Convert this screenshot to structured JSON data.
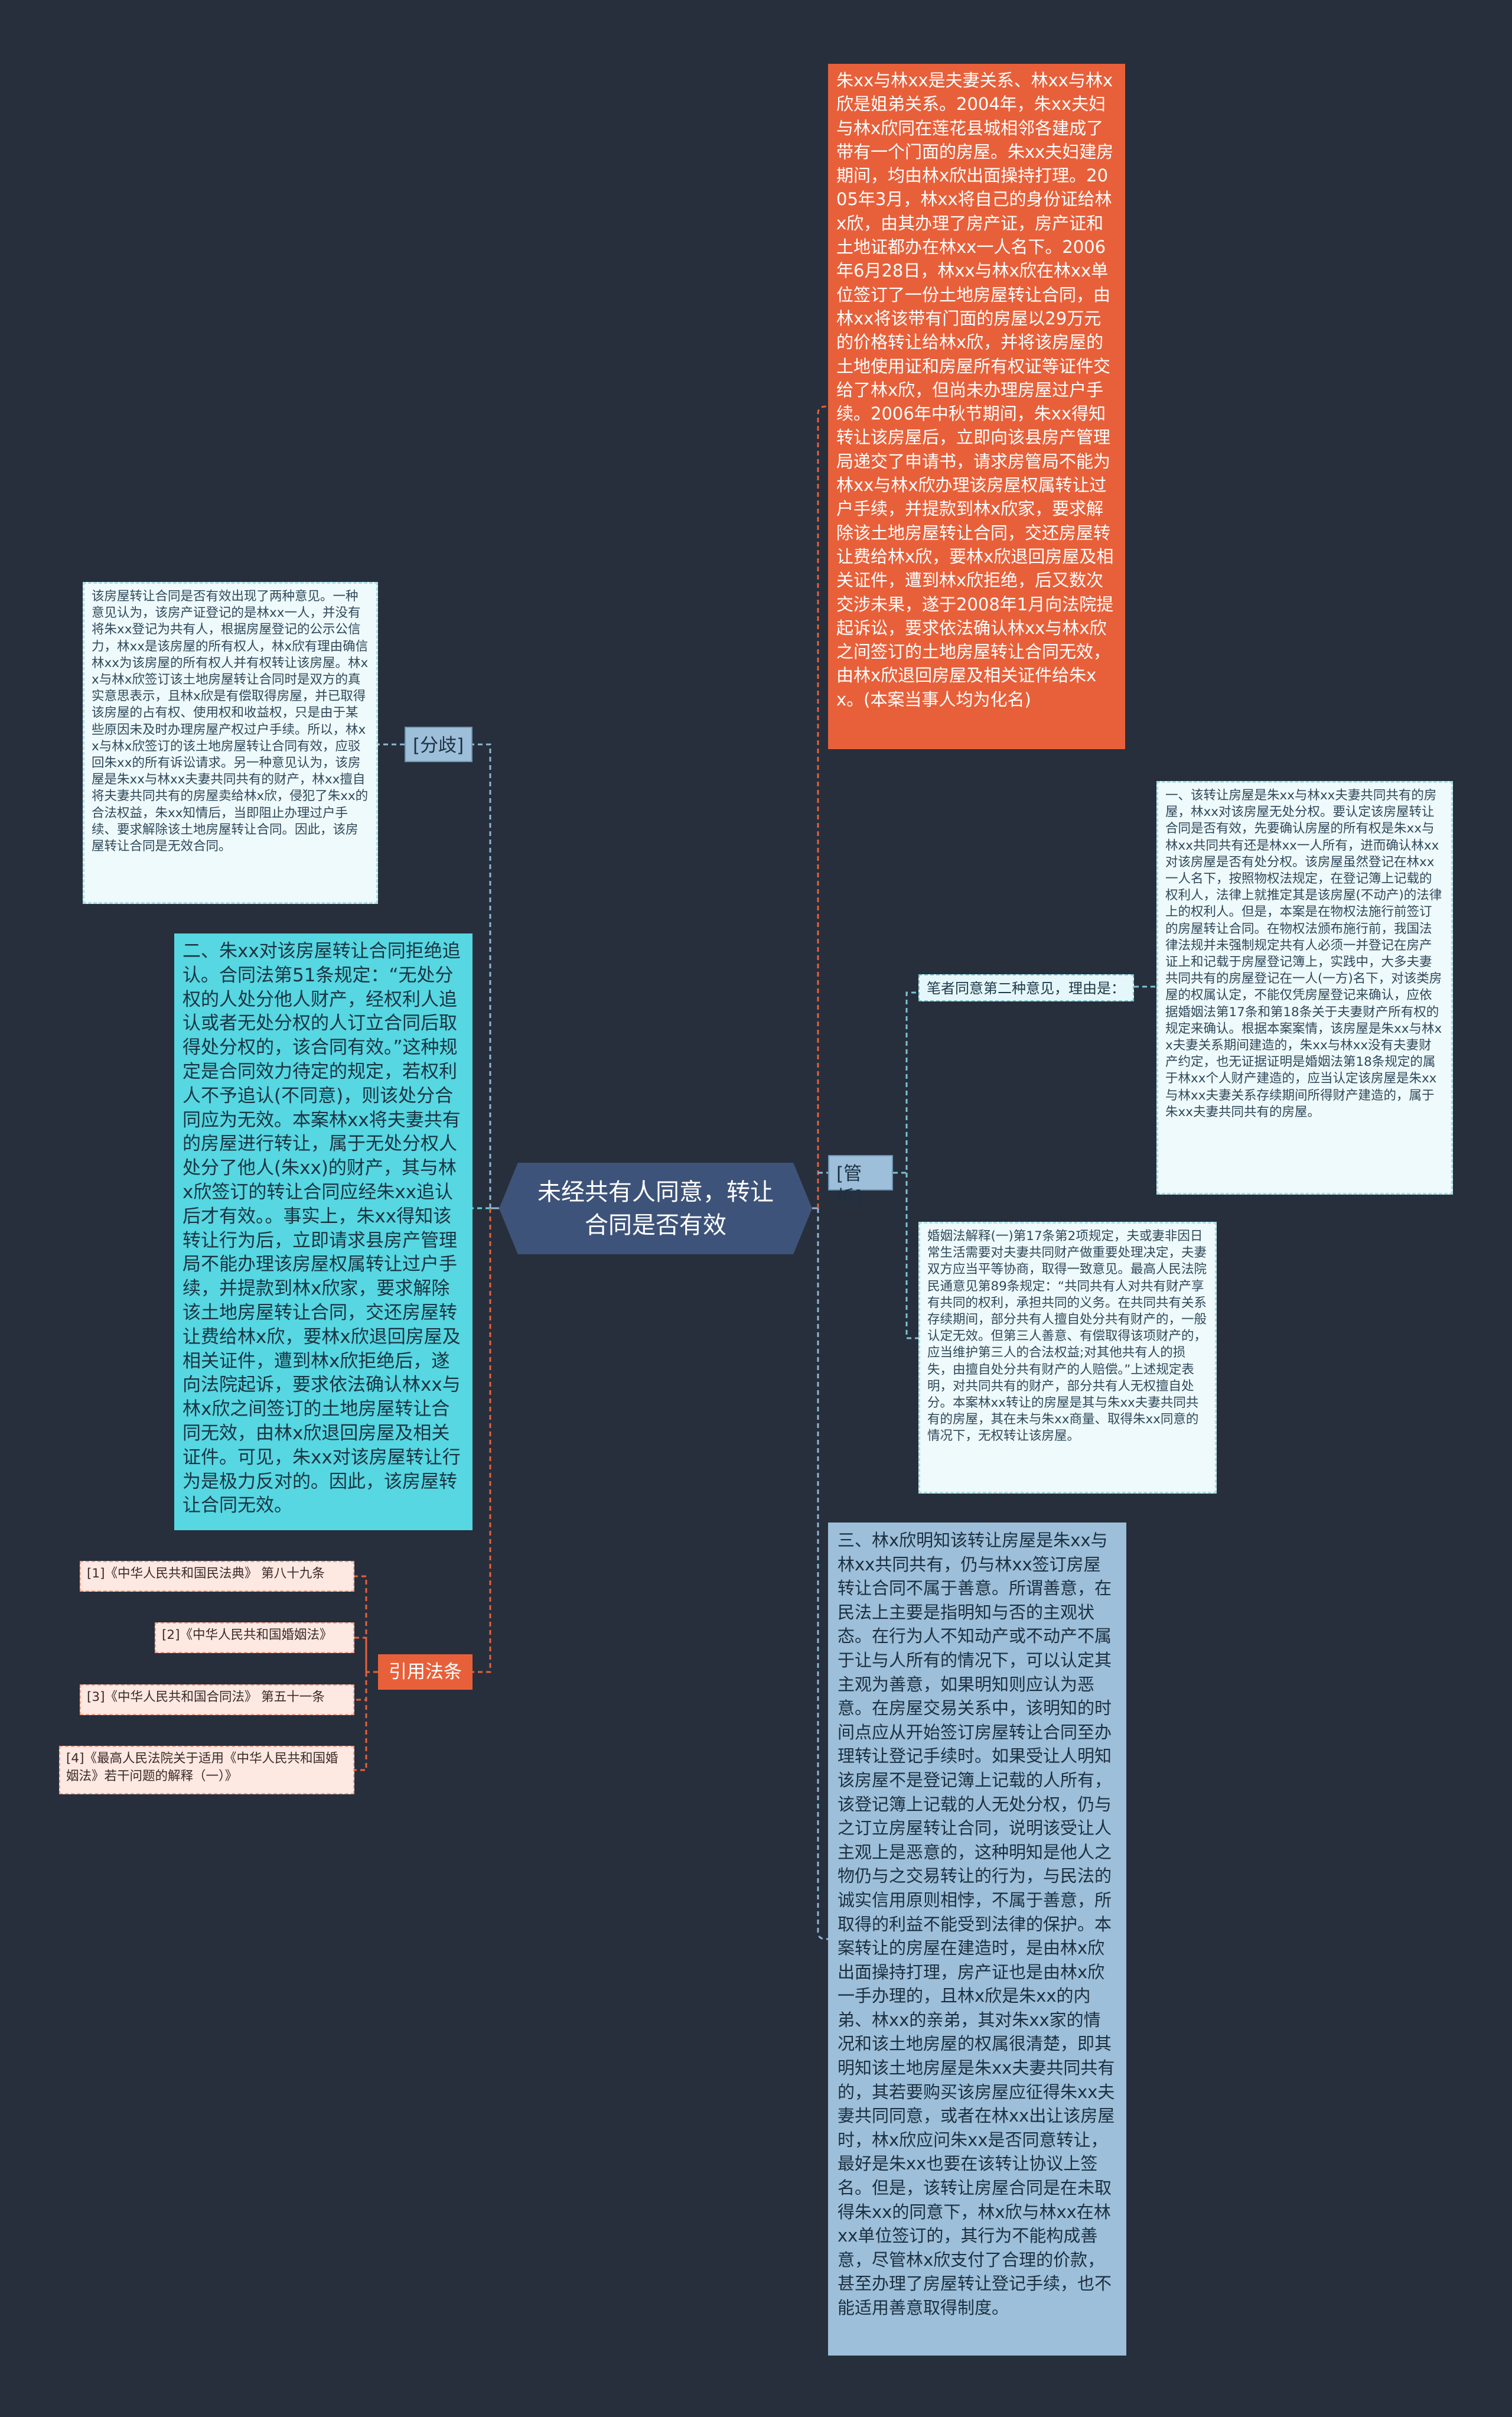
{
  "root": {
    "title": "未经共有人同意，转让合同是否有效"
  },
  "branches": {
    "dispute": {
      "label": "[分歧]"
    },
    "analysis": {
      "label": "[管析]"
    },
    "laws": {
      "label": "引用法条"
    }
  },
  "case_facts": "朱xx与林xx是夫妻关系、林xx与林x欣是姐弟关系。2004年，朱xx夫妇与林x欣同在莲花县城相邻各建成了带有一个门面的房屋。朱xx夫妇建房期间，均由林x欣出面操持打理。2005年3月，林xx将自己的身份证给林x欣，由其办理了房产证，房产证和土地证都办在林xx一人名下。2006年6月28日，林xx与林x欣在林xx单位签订了一份土地房屋转让合同，由林xx将该带有门面的房屋以29万元的价格转让给林x欣，并将该房屋的土地使用证和房屋所有权证等证件交给了林x欣，但尚未办理房屋过户手续。2006年中秋节期间，朱xx得知转让该房屋后，立即向该县房产管理局递交了申请书，请求房管局不能为林xx与林x欣办理该房屋权属转让过户手续，并提款到林x欣家，要求解除该土地房屋转让合同，交还房屋转让费给林x欣，要林x欣退回房屋及相关证件，遭到林x欣拒绝，后又数次交涉未果，遂于2008年1月向法院提起诉讼，要求依法确认林xx与林x欣之间签订的土地房屋转让合同无效，由林x欣退回房屋及相关证件给朱xx。(本案当事人均为化名)",
  "dispute_text": "该房屋转让合同是否有效出现了两种意见。一种意见认为，该房产证登记的是林xx一人，并没有将朱xx登记为共有人，根据房屋登记的公示公信力，林xx是该房屋的所有权人，林x欣有理由确信林xx为该房屋的所有权人并有权转让该房屋。林xx与林x欣签订该土地房屋转让合同时是双方的真实意思表示，且林x欣是有偿取得房屋，并已取得该房屋的占有权、使用权和收益权，只是由于某些原因未及时办理房屋产权过户手续。所以，林xx与林x欣签订的该土地房屋转让合同有效，应驳回朱xx的所有诉讼请求。另一种意见认为，该房屋是朱xx与林xx夫妻共同共有的财产，林xx擅自将夫妻共同共有的房屋卖给林x欣，侵犯了朱xx的合法权益，朱xx知情后，当即阻止办理过户手续、要求解除该土地房屋转让合同。因此，该房屋转让合同是无效合同。",
  "point_two": "二、朱xx对该房屋转让合同拒绝追认。合同法第51条规定：“无处分权的人处分他人财产，经权利人追认或者无处分权的人订立合同后取得处分权的，该合同有效。”这种规定是合同效力待定的规定，若权利人不予追认(不同意)，则该处分合同应为无效。本案林xx将夫妻共有的房屋进行转让，属于无处分权人处分了他人(朱xx)的财产，其与林x欣签订的转让合同应经朱xx追认后才有效。。事实上，朱xx得知该转让行为后，立即请求县房产管理局不能办理该房屋权属转让过户手续，并提款到林x欣家，要求解除该土地房屋转让合同，交还房屋转让费给林x欣，要林x欣退回房屋及相关证件，遭到林x欣拒绝后，遂向法院起诉，要求依法确认林xx与林x欣之间签订的土地房屋转让合同无效，由林x欣退回房屋及相关证件。可见，朱xx对该房屋转让行为是极力反对的。因此，该房屋转让合同无效。",
  "author_opinion": "笔者同意第二种意见，理由是：",
  "point_one": "一、该转让房屋是朱xx与林xx夫妻共同共有的房屋，林xx对该房屋无处分权。要认定该房屋转让合同是否有效，先要确认房屋的所有权是朱xx与林xx共同共有还是林xx一人所有，进而确认林xx对该房屋是否有处分权。该房屋虽然登记在林xx一人名下，按照物权法规定，在登记簿上记载的权利人，法律上就推定其是该房屋(不动产)的法律上的权利人。但是，本案是在物权法施行前签订的房屋转让合同。在物权法颁布施行前，我国法律法规并未强制规定共有人必须一并登记在房产证上和记载于房屋登记簿上，实践中，大多夫妻共同共有的房屋登记在一人(一方)名下，对该类房屋的权属认定，不能仅凭房屋登记来确认，应依据婚姻法第17条和第18条关于夫妻财产所有权的规定来确认。根据本案案情，该房屋是朱xx与林xx夫妻关系期间建造的，朱xx与林xx没有夫妻财产约定，也无证据证明是婚姻法第18条规定的属于林xx个人财产建造的，应当认定该房屋是朱xx与林xx夫妻关系存续期间所得财产建造的，属于朱xx夫妻共同共有的房屋。",
  "marriage_law": "婚姻法解释(一)第17条第2项规定，夫或妻非因日常生活需要对夫妻共同财产做重要处理决定，夫妻双方应当平等协商，取得一致意见。最高人民法院民通意见第89条规定：“共同共有人对共有财产享有共同的权利，承担共同的义务。在共同共有关系存续期间，部分共有人擅自处分共有财产的，一般认定无效。但第三人善意、有偿取得该项财产的，应当维护第三人的合法权益;对其他共有人的损失，由擅自处分共有财产的人赔偿。”上述规定表明，对共同共有的财产，部分共有人无权擅自处分。本案林xx转让的房屋是其与朱xx夫妻共同共有的房屋，其在未与朱xx商量、取得朱xx同意的情况下，无权转让该房屋。",
  "point_three": "三、林x欣明知该转让房屋是朱xx与林xx共同共有，仍与林xx签订房屋转让合同不属于善意。所谓善意，在民法上主要是指明知与否的主观状态。在行为人不知动产或不动产不属于让与人所有的情况下，可以认定其主观为善意，如果明知则应认为恶意。在房屋交易关系中，该明知的时间点应从开始签订房屋转让合同至办理转让登记手续时。如果受让人明知该房屋不是登记簿上记载的人所有，该登记簿上记载的人无处分权，仍与之订立房屋转让合同，说明该受让人主观上是恶意的，这种明知是他人之物仍与之交易转让的行为，与民法的诚实信用原则相悖，不属于善意，所取得的利益不能受到法律的保护。本案转让的房屋在建造时，是由林x欣出面操持打理，房产证也是由林x欣一手办理的，且林x欣是朱xx的内弟、林xx的亲弟，其对朱xx家的情况和该土地房屋的权属很清楚，即其明知该土地房屋是朱xx夫妻共同共有的，其若要购买该房屋应征得朱xx夫妻共同同意，或者在林xx出让该房屋时，林x欣应问朱xx是否同意转让，最好是朱xx也要在该转让协议上签名。但是，该转让房屋合同是在未取得朱xx的同意下，林x欣与林xx在林xx单位签订的，其行为不能构成善意，尽管林x欣支付了合理的价款，甚至办理了房屋转让登记手续，也不能适用善意取得制度。",
  "laws": [
    "[1]《中华人民共和国民法典》 第八十九条",
    "[2]《中华人民共和国婚姻法》",
    "[3]《中华人民共和国合同法》 第五十一条",
    "[4]《最高人民法院关于适用《中华人民共和国婚姻法》若干问题的解释（一）》"
  ],
  "colors": {
    "background": "#272f3c",
    "root": "#3e5379",
    "red": "#e8603a",
    "cyan": "#56d7e2",
    "blue": "#9dbfd9",
    "light": "#eefafb",
    "ref": "#fde8e2"
  }
}
